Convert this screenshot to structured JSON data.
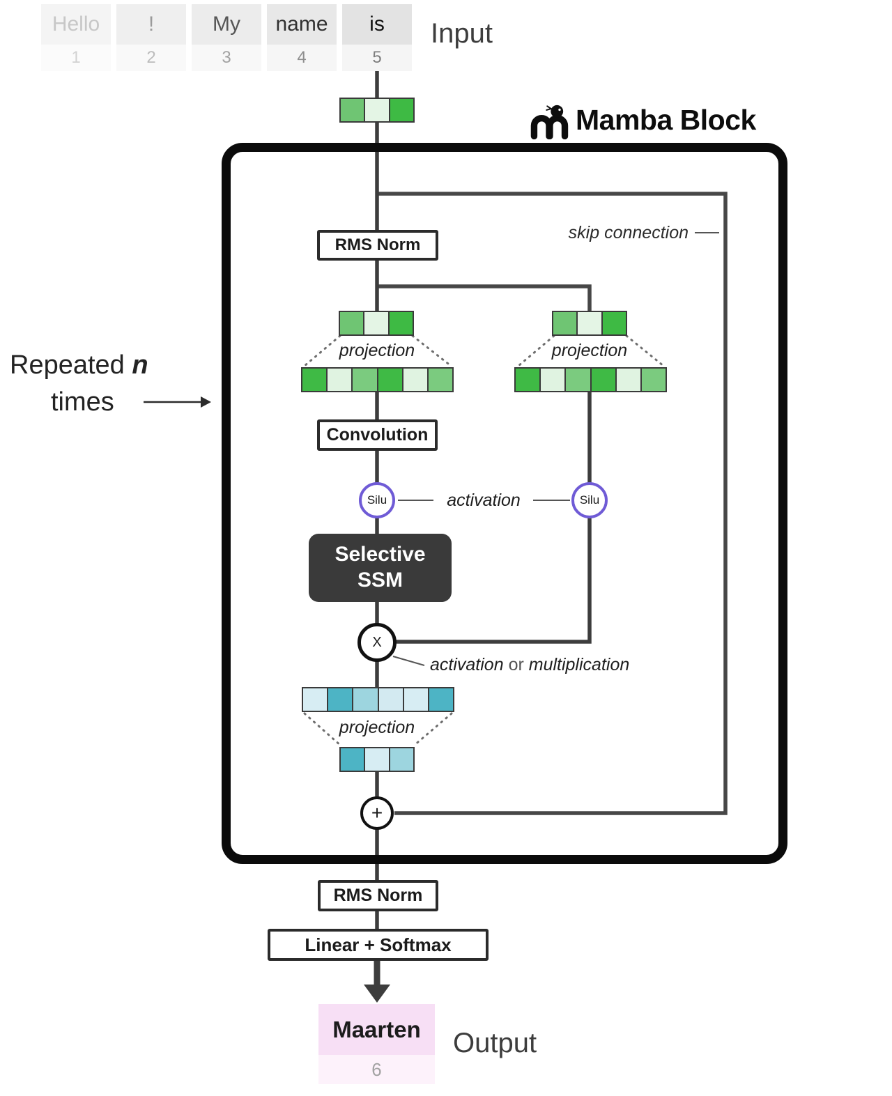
{
  "input_section": {
    "label": "Input",
    "tokens": [
      {
        "text": "Hello",
        "num": "1",
        "bg": "#f4f4f4",
        "fg": "#c7c7c7",
        "num_bg": "#fbfbfb",
        "num_fg": "#d2d2d2"
      },
      {
        "text": "!",
        "num": "2",
        "bg": "#efefef",
        "fg": "#9a9a9a",
        "num_bg": "#f9f9f9",
        "num_fg": "#bcbcbc"
      },
      {
        "text": "My",
        "num": "3",
        "bg": "#ececec",
        "fg": "#565656",
        "num_bg": "#f8f8f8",
        "num_fg": "#a2a2a2"
      },
      {
        "text": "name",
        "num": "4",
        "bg": "#e8e8e8",
        "fg": "#313131",
        "num_bg": "#f6f6f6",
        "num_fg": "#8f8f8f"
      },
      {
        "text": "is",
        "num": "5",
        "bg": "#e3e3e3",
        "fg": "#111111",
        "num_bg": "#f5f5f5",
        "num_fg": "#7e7e7e"
      }
    ]
  },
  "block": {
    "title": "Mamba Block",
    "rms_norm": "RMS Norm",
    "skip_connection": "skip connection",
    "projection_left": "projection",
    "projection_right": "projection",
    "projection_out": "projection",
    "convolution": "Convolution",
    "silu_left": "Silu",
    "silu_right": "Silu",
    "activation": "activation",
    "ssm_line1": "Selective",
    "ssm_line2": "SSM",
    "multiply_symbol": "X",
    "annotation": {
      "left": "activation",
      "mid": " or ",
      "right": "multiplication"
    },
    "plus_symbol": "+"
  },
  "repeated": {
    "word1": "Repeated ",
    "n": "n",
    "word2": "times"
  },
  "tail": {
    "rms_norm": "RMS Norm",
    "linear_softmax": "Linear + Softmax"
  },
  "output_section": {
    "label": "Output",
    "token": {
      "text": "Maarten",
      "num": "6",
      "bg": "#f7dff5",
      "fg": "#1c1c1c",
      "num_bg": "#fdf2fb",
      "num_fg": "#a3a3a3"
    }
  },
  "vectors": {
    "embed3": [
      "#6fc573",
      "#e4f5e5",
      "#3eba44"
    ],
    "left3": [
      "#6fc573",
      "#e4f5e5",
      "#3eba44"
    ],
    "right3": [
      "#6fc573",
      "#e4f5e5",
      "#3eba44"
    ],
    "left6": [
      "#3fba45",
      "#e0f3e1",
      "#7bcb7f",
      "#3fba45",
      "#e0f3e1",
      "#7bcb7f"
    ],
    "right6": [
      "#3fba45",
      "#e0f3e1",
      "#7bcb7f",
      "#3fba45",
      "#e0f3e1",
      "#7bcb7f"
    ],
    "blue6": [
      "#d7edf3",
      "#4db4c5",
      "#9dd5df",
      "#d3eaf1",
      "#d7edf3",
      "#4db4c5"
    ],
    "blue3": [
      "#4db4c5",
      "#d7edf3",
      "#9dd5df"
    ]
  },
  "colors": {
    "line": "#3d3d3d",
    "block-border": "#0b0b0b",
    "box-border": "#2b2b2b",
    "silu-purple": "#6f5bd6",
    "ssm-bg": "#3a3a3a",
    "green-strong": "#3fba45",
    "green-light": "#e0f3e1",
    "green-mid": "#7bcb7f",
    "teal-strong": "#4db4c5",
    "teal-light": "#d7edf3",
    "teal-mid": "#9dd5df",
    "output-pink": "#f7dff5"
  }
}
